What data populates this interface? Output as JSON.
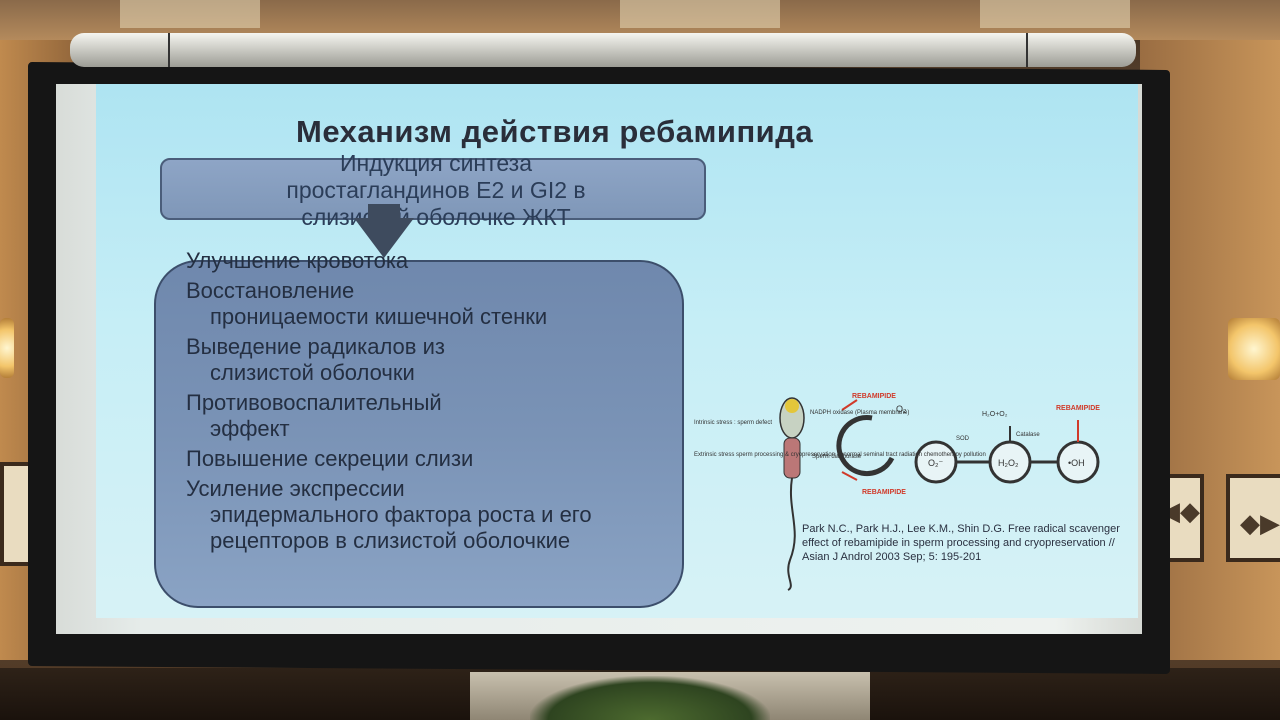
{
  "slide": {
    "title": "Механизм действия ребамипида",
    "top_box": [
      "Индукция синтеза",
      "простагландинов Е2 и GI2 в",
      "слизистой оболочке ЖКТ"
    ],
    "items": [
      {
        "first": "Улучшение кровотока",
        "rest": ""
      },
      {
        "first": "Восстановление",
        "rest": "проницаемости кишечной стенки"
      },
      {
        "first": "Выведение радикалов из",
        "rest": "слизистой оболочки"
      },
      {
        "first": "Противовоспалительный",
        "rest": "эффект"
      },
      {
        "first": "Повышение секреции слизи",
        "rest": ""
      },
      {
        "first": "Усиление экспрессии",
        "rest": "эпидермального фактора роста и его рецепторов в слизистой оболочкие"
      }
    ],
    "diagram": {
      "rebamipide_label": "REBAMIPIDE",
      "intrinsic": "Intrinsic stress : sperm defect",
      "nadph": "NADPH oxidase (Plasma membrane)",
      "extrinsic": "Extrinsic stress sperm processing & cryopreservation abnormal seminal tract radiation chemotherapy pollution",
      "diaphorase": "Sperm diaphorase",
      "o2": "O₂",
      "o2_radical": "O₂⁻",
      "h2o2": "H₂O₂",
      "oh": "•OH",
      "sod": "SOD",
      "h2o_o2": "H₂O+O₂",
      "catalase": "Catalase"
    },
    "citation": "Park N.C., Park H.J., Lee K.M., Shin D.G. Free radical scavenger effect of rebamipide in sperm processing and cryopreservation // Asian J Androl 2003 Sep; 5: 195-201"
  },
  "colors": {
    "slide_bg": "#c6eef6",
    "box_fill": "#7f97b8",
    "accent_red": "#d03a2a"
  }
}
